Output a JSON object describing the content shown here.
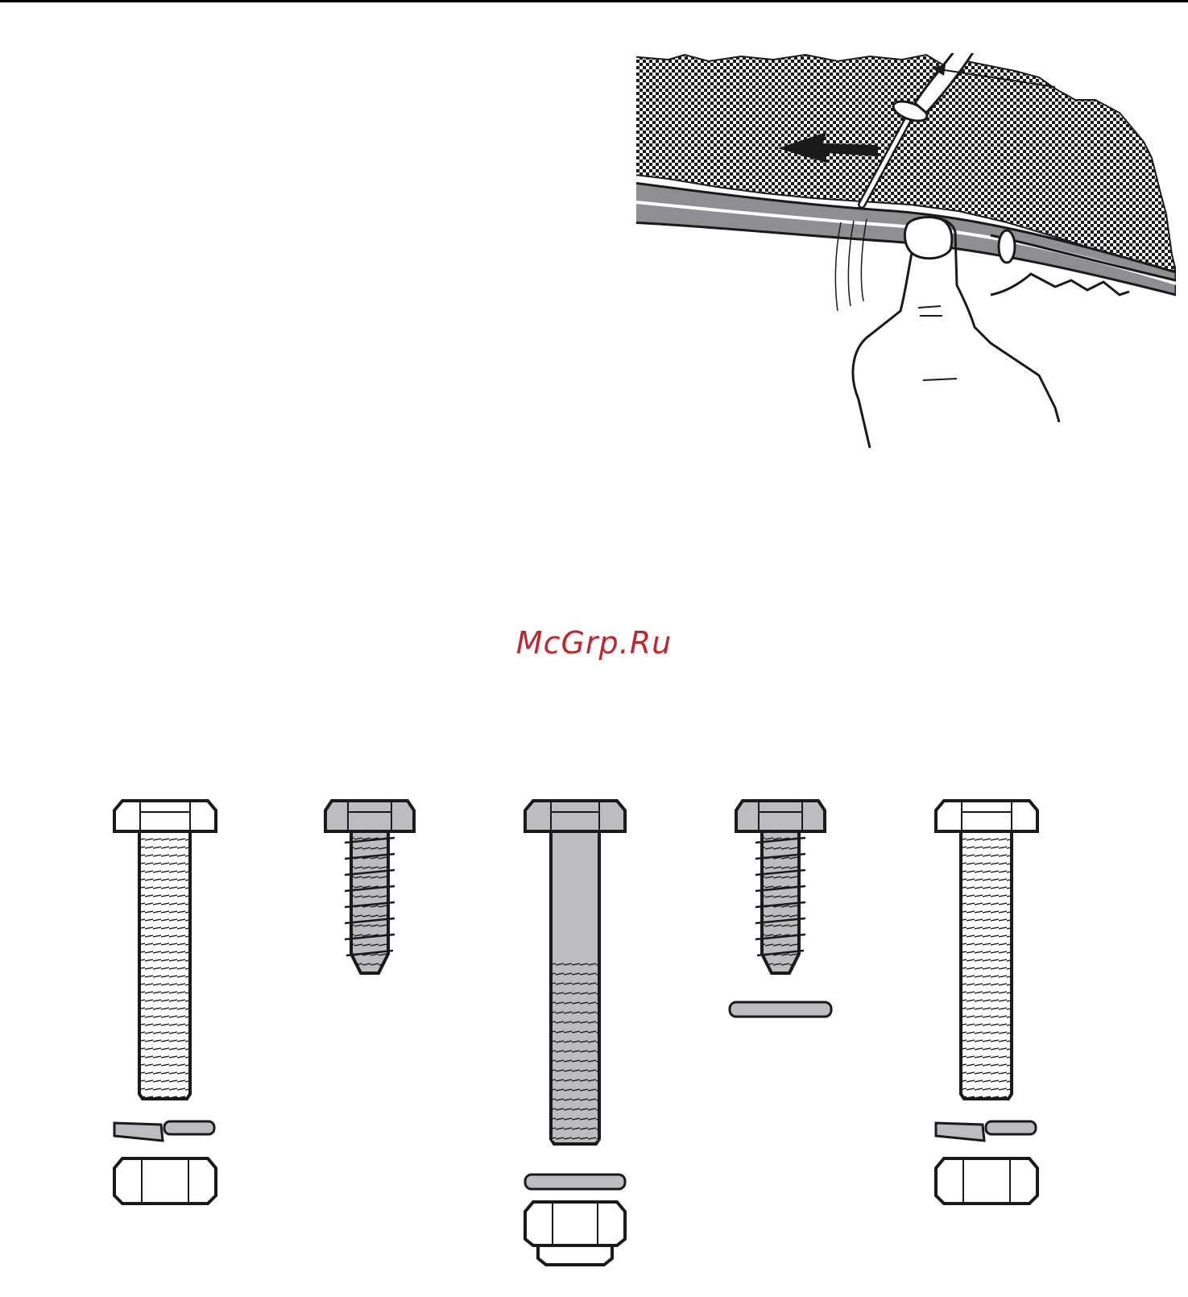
{
  "watermark": {
    "text": "McGrp.Ru",
    "color": "#c0262d"
  },
  "colors": {
    "ink": "#1a1a1a",
    "metal_gray": "#bcbdc0",
    "white": "#ffffff"
  },
  "figures": {
    "installation": {
      "subject": "screwdriver-pushing-trim-into-edge"
    },
    "hardware": {
      "items": [
        {
          "name": "hex-bolt-with-split-washer-and-hex-nut",
          "finish": "plain"
        },
        {
          "name": "hex-lag-screw",
          "finish": "gray"
        },
        {
          "name": "long-hex-bolt-with-flat-washer-and-lock-nut",
          "finish": "gray"
        },
        {
          "name": "hex-lag-screw-with-flat-washer",
          "finish": "gray"
        },
        {
          "name": "hex-bolt-with-split-washer-and-hex-nut",
          "finish": "plain"
        }
      ]
    }
  }
}
